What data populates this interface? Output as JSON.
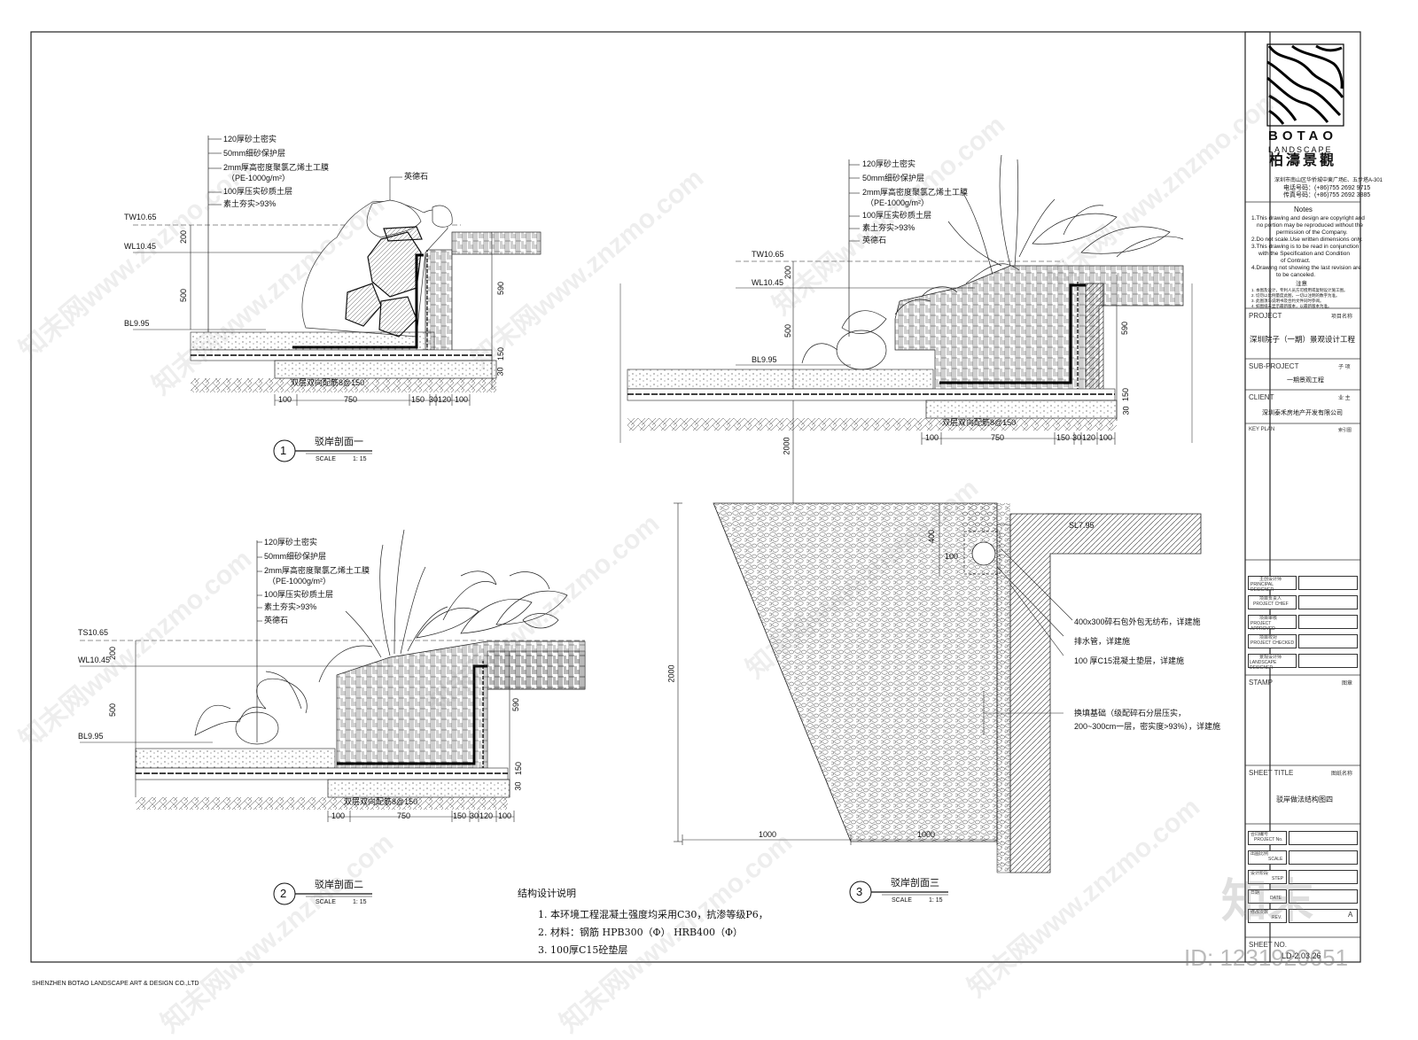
{
  "watermarks": [
    "知末网www.znzmo.com"
  ],
  "section1": {
    "number": "1",
    "title": "驳岸剖面一",
    "scale_label": "SCALE",
    "scale_value": "1: 15",
    "layers": [
      "120厚砂土密实",
      "50mm细砂保护层",
      "2mm厚高密度聚氯乙烯土工膜",
      "（PE-1000g/m²）",
      "100厚压实砂质土层",
      "素土夯实>93%"
    ],
    "stone_label": "英德石",
    "elev": [
      "TW10.65",
      "WL10.45",
      "BL9.95"
    ],
    "dims_v_left": [
      "200",
      "500"
    ],
    "dims_v_right": [
      "590",
      "150",
      "30"
    ],
    "dims_h": [
      "100",
      "750",
      "150",
      "30",
      "120",
      "100"
    ],
    "rebar_note": "双层双向配筋8@150"
  },
  "section2": {
    "number": "2",
    "title": "驳岸剖面二",
    "scale_label": "SCALE",
    "scale_value": "1: 15",
    "layers": [
      "120厚砂土密实",
      "50mm细砂保护层",
      "2mm厚高密度聚氯乙烯土工膜",
      "（PE-1000g/m²）",
      "100厚压实砂质土层",
      "素土夯实>93%",
      "英德石"
    ],
    "elev": [
      "TS10.65",
      "WL10.45",
      "BL9.95"
    ],
    "dims_v_left": [
      "200",
      "500"
    ],
    "dims_v_right": [
      "590",
      "150",
      "30"
    ],
    "dims_h": [
      "100",
      "750",
      "150",
      "30",
      "120",
      "100"
    ],
    "rebar_note": "双层双向配筋8@150"
  },
  "section3": {
    "number": "3",
    "title": "驳岸剖面三",
    "scale_label": "SCALE",
    "scale_value": "1: 15",
    "layers": [
      "120厚砂土密实",
      "50mm细砂保护层",
      "2mm厚高密度聚氯乙烯土工膜",
      "（PE-1000g/m²）",
      "100厚压实砂质土层",
      "素土夯实>93%",
      "英德石"
    ],
    "elev": [
      "TW10.65",
      "WL10.45",
      "BL9.95",
      "SL7.95"
    ],
    "dims_v_left": [
      "200",
      "500",
      "2000"
    ],
    "dims_v_right": [
      "590",
      "150",
      "30"
    ],
    "dims_h": [
      "100",
      "750",
      "150",
      "30",
      "120",
      "100"
    ],
    "rebar_note": "双层双向配筋8@150",
    "lower_dims": [
      "2000",
      "1000",
      "1000",
      "400",
      "100"
    ],
    "callouts": [
      "400x300碎石包外包无纺布，详建施",
      "排水管，详建施",
      "100 厚C15混凝土垫层，详建施",
      "换填基础（级配碎石分层压实，",
      "200~300cm一层，密实度>93%），详建施"
    ]
  },
  "notes": {
    "title": "结构设计说明",
    "items": [
      "1.  本环境工程混凝土强度均采用C30，抗渗等级P6，",
      "2.  材料：钢筋 HPB300（Φ） HRB400（Φ）",
      "3.  100厚C15砼垫层"
    ]
  },
  "footer_company": "SHENZHEN BOTAO LANDSCAPE  ART & DESIGN CO.,LTD",
  "title_block": {
    "logo_line1": "BOTAO",
    "logo_line2": "LANDSCAPE",
    "logo_cn": "柏濤景觀",
    "address": "深圳市南山区华侨城中東广场E、五步塔A-301",
    "tel": "电话号码：(+86)755 2692 9715",
    "fax": "传真号码：(+86)755 2692 3885",
    "notes_title": "Notes",
    "notes_en": [
      "1.This drawing and design are copyright and",
      "no portion may be reproduced without the",
      "permission of the Company.",
      "2.Do not scale.Use written dimensions only.",
      "3.This drawing is to be read in conjunction",
      "with the Specification and Condition",
      "of Contract.",
      "4.Drawing not showing the last revision are",
      "to be canceled."
    ],
    "notes_cn_title": "注意",
    "notes_cn": [
      "1. 本图及设计，专利人员方可擅用或复制设计施工图。",
      "2. 切勿以比例量度此图，一切以注明的数字为准。",
      "3. 此图须与说明书及合约文件同时参阅。",
      "4. 如图纸未显示最新版本，以最新版本为准。"
    ],
    "project_label": "PROJECT",
    "project_cn_label": "项目名称",
    "project_value": "深圳院子（一期）景观设计工程",
    "sub_label": "SUB-PROJECT",
    "sub_cn_label": "子 项",
    "sub_value": "一期景观工程",
    "client_label": "CLIENT",
    "client_cn_label": "业 主",
    "client_value": "深圳泰禾房地产开发有限公司",
    "keyplan_label": "KEY PLAN",
    "keyplan_cn_label": "索引图",
    "roles": [
      {
        "cn": "主创设计师",
        "en": "PRINCIPAL DESIGNER"
      },
      {
        "cn": "项目负责人",
        "en": "PROJECT CHIEF"
      },
      {
        "cn": "项目审核",
        "en": "PROJECT APPROVED"
      },
      {
        "cn": "项目校对",
        "en": "PROJECT CHECKED"
      },
      {
        "cn": "景观设计师",
        "en": "LANDSCAPE DESIGNER"
      }
    ],
    "stamp_label": "STAMP",
    "stamp_cn_label": "图章",
    "sheet_title_label": "SHEET TITLE",
    "sheet_title_cn_label": "图纸名称",
    "sheet_title_value": "驳岸做法结构图四",
    "meta": [
      {
        "cn": "合同编号",
        "en": "PROJECT No."
      },
      {
        "cn": "出图比例",
        "en": "SCALE"
      },
      {
        "cn": "设计阶段",
        "en": "STEP"
      },
      {
        "cn": "日期",
        "en": "DATE"
      },
      {
        "cn": "修改次数",
        "en": "REV."
      }
    ],
    "rev_value": "A",
    "sheet_no_label": "SHEET NO.",
    "sheet_no_value": "LD-2.03.26",
    "id_text": "ID: 1231920651",
    "brand_cn": "知末"
  }
}
